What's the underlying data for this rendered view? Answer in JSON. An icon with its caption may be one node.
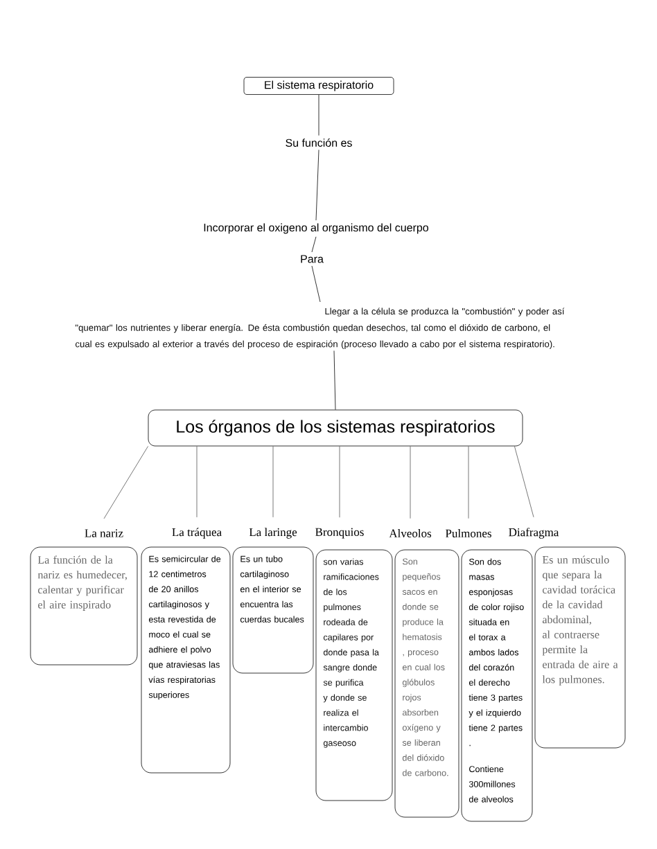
{
  "diagram": {
    "nodes": [
      {
        "text": [
          "El sistema respiratorio"
        ]
      },
      {
        "text": [
          "Su función es"
        ]
      },
      {
        "text": [
          "Incorporar el oxigeno al organismo del cuerpo"
        ]
      },
      {
        "text": [
          "Para"
        ]
      },
      {
        "text": [
          "Llegar a la célula se produzca la \"combustión\" y poder así \"quemar\" los nutrientes y liberar energía. De ésta combustión quedan desechos, tal como el dióxido de carbono, el cual es expulsado al exterior a través del proceso de espiración (proceso llevado a cabo por el sistema respiratorio)."
        ]
      },
      {
        "text": [
          "Los órganos de los sistemas respiratorios"
        ]
      },
      {
        "text": [
          "La nariz",
          "La función de la nariz es humedecer, calentar y purificar el aire inspirado"
        ]
      },
      {
        "text": [
          "La tráquea",
          "Es semicircular de 12 centimetros de 20 anillos cartilaginosos y esta revestida de moco el cual se adhiere el polvo que atraviesas las vías respiratorias superiores"
        ]
      },
      {
        "text": [
          "La laringe",
          "Es un tubo cartilaginoso en el interior se encuentra las cuerdas bucales"
        ]
      },
      {
        "text": [
          "Bronquios",
          "son varias ramificaciones de los pulmones rodeada de capilares por donde pasa la sangre donde se purifica y donde se realiza el intercambio gaseoso"
        ]
      },
      {
        "text": [
          "Alveolos",
          "Son pequeños sacos en donde se produce la hematosis , proceso en cual los glóbulos rojos absorben oxígeno y se liberan del dióxido de carbono."
        ]
      },
      {
        "text": [
          "Pulmones",
          "Son dos masas esponjosas de color rojiso situada en el torax a ambos lados del corazón el derecho tiene 3 partes y el izquierdo tiene 2 partes .",
          "Contiene 300millones de alveolos"
        ]
      },
      {
        "text": [
          "Diafragma",
          "Es un músculo que separa la cavidad torácica de la cavidad abdominal, al contraerse permite la entrada de aire a los pulmones."
        ]
      }
    ],
    "edges": [
      {
        "from": 0,
        "to": 1,
        "arrow": "none"
      },
      {
        "from": 1,
        "to": 2,
        "arrow": "none"
      },
      {
        "from": 2,
        "to": 3,
        "arrow": "none"
      },
      {
        "from": 3,
        "to": 4,
        "arrow": "none"
      },
      {
        "from": 4,
        "to": 5,
        "arrow": "none"
      },
      {
        "from": 5,
        "to": 6,
        "arrow": "none"
      },
      {
        "from": 5,
        "to": 7,
        "arrow": "none"
      },
      {
        "from": 5,
        "to": 8,
        "arrow": "none"
      },
      {
        "from": 5,
        "to": 9,
        "arrow": "none"
      },
      {
        "from": 5,
        "to": 10,
        "arrow": "none"
      },
      {
        "from": 5,
        "to": 11,
        "arrow": "none"
      },
      {
        "from": 5,
        "to": 12,
        "arrow": "none"
      }
    ]
  }
}
